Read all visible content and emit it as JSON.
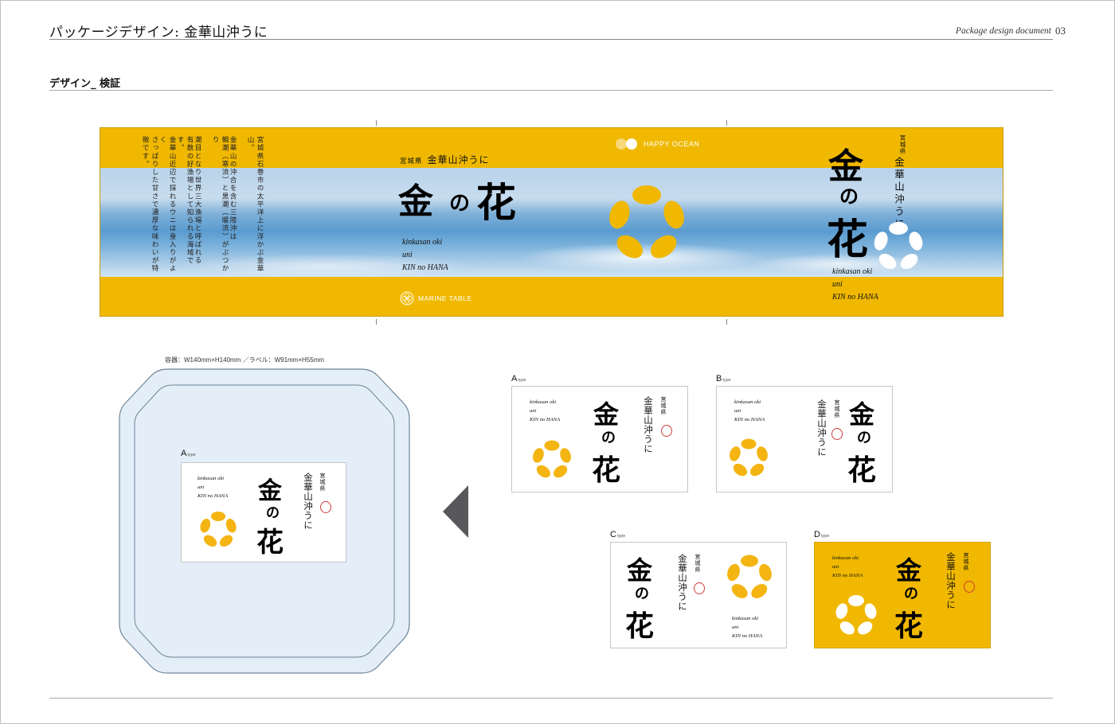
{
  "header": {
    "title": "パッケージデザイン: 金華山沖うに",
    "doc_label": "Package design document",
    "page_number": "03"
  },
  "section": {
    "title": "デザイン_ 検証"
  },
  "band": {
    "body_text": [
      "宮城県石巻市の太平洋上に浮かぶ金華山。",
      "金華山の沖合を含む三陸沖は",
      "親潮（寒流）と黒潮（暖流）がぶつかり",
      "潮目となり世界三大漁場と呼ばれる",
      "有数の好漁場として知られる海域です。",
      "金華山近辺で採れるウニは身入りがよく",
      "さっぱりした甘さで濃厚な味わいが特徴です。"
    ],
    "happy_brand": "HAPPY OCEAN",
    "marine_brand": "MARINE TABLE",
    "prefecture": "宮城県",
    "product_name": "金華山沖うに",
    "logo_kin": "金",
    "logo_no": "の",
    "logo_hana": "花",
    "romaji": [
      "kinkasan oki",
      "uni",
      "KIN no HANA"
    ]
  },
  "container": {
    "spec": "容器：W140mm×H140mm ／ラベル：W91mm×H55mm",
    "type_letter": "A",
    "type_suffix": "type"
  },
  "cards": [
    {
      "letter": "A",
      "suffix": "type"
    },
    {
      "letter": "B",
      "suffix": "type"
    },
    {
      "letter": "C",
      "suffix": "type"
    },
    {
      "letter": "D",
      "suffix": "type"
    }
  ],
  "colors": {
    "accent_yellow": "#f0b800",
    "card_flower_yellow": "#f4b412",
    "container_fill": "#e3eef8",
    "arrow": "#58585a",
    "seal_red": "#d03a3a"
  }
}
